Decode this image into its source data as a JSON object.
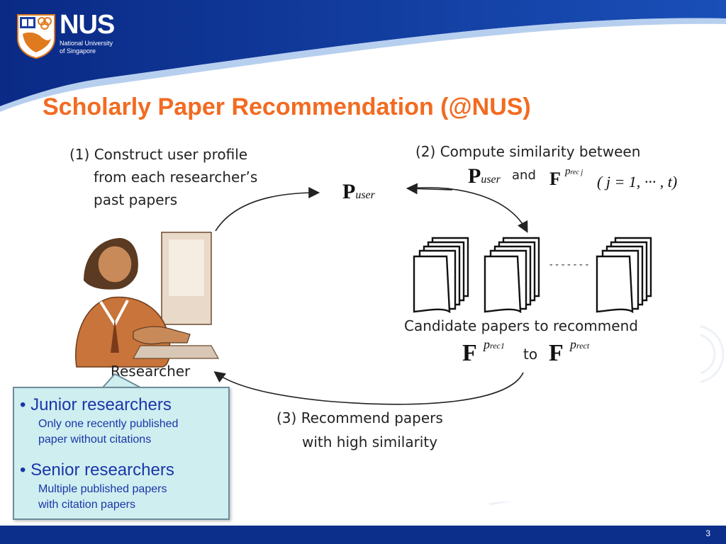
{
  "header": {
    "logo_word": "NUS",
    "logo_sub_1": "National University",
    "logo_sub_2": "of Singapore"
  },
  "title": "Scholarly Paper Recommendation (@NUS)",
  "figure": {
    "step1": [
      "(1) Construct user profile",
      "from  each researcher’s",
      "past papers"
    ],
    "step2": "(2) Compute similarity between",
    "and_label": "and",
    "p_user_bold": "P",
    "p_user_sub": "user",
    "f_bold": "F",
    "f_sup": "p",
    "f_sup_sub_j": "rec j",
    "j_range": "( j = 1, ··· , t)",
    "candidate_label": "Candidate papers to recommend",
    "to_label": "to",
    "f_sup_sub_1": "rec1",
    "f_sup_sub_t": "rect",
    "dots": "-------",
    "researcher_label": "Researcher",
    "step3": [
      "(3) Recommend papers",
      "with high similarity"
    ]
  },
  "callout": {
    "junior_title": "• Junior researchers",
    "junior_desc": [
      "Only one recently published",
      "paper without citations"
    ],
    "senior_title": "• Senior researchers",
    "senior_desc": [
      "Multiple published papers",
      "with citation papers"
    ]
  },
  "footer": {
    "page": "3"
  },
  "colors": {
    "header_blue": "#0b2f8a",
    "title_orange": "#f26b21",
    "callout_bg": "#cfeef0",
    "callout_text": "#1b36a8"
  }
}
